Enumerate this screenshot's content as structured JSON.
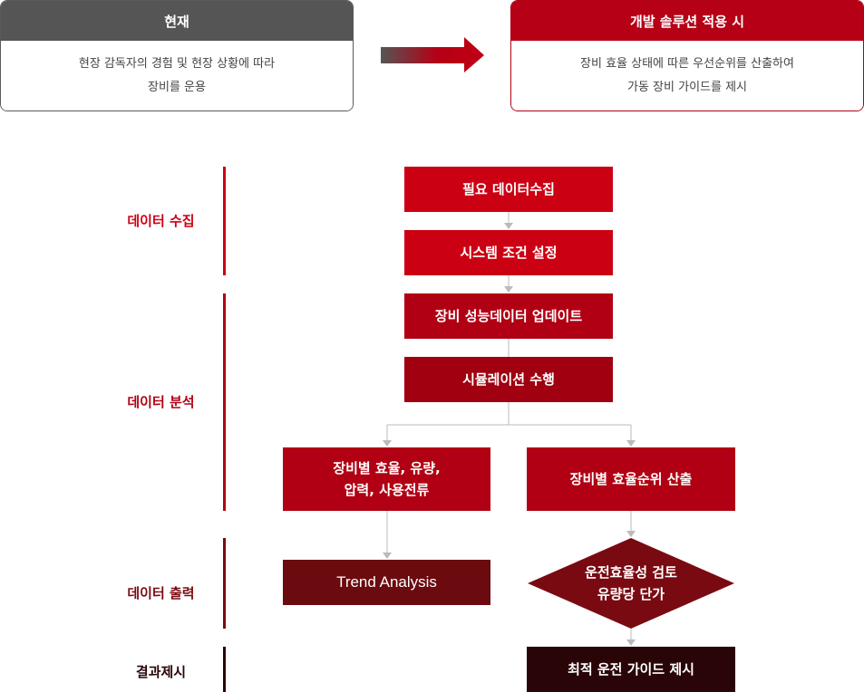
{
  "comparison": {
    "current": {
      "title": "현재",
      "lines": [
        "현장 감독자의 경험 및 현장 상황에 따라",
        "장비를 운용"
      ]
    },
    "solution": {
      "title": "개발 솔루션 적용 시",
      "lines": [
        "장비 효율 상태에 따른 우선순위를 산출하여",
        "가동 장비 가이드를 제시"
      ]
    }
  },
  "stages": {
    "collect": "데이터 수집",
    "analyze": "데이터 분석",
    "output": "데이터 출력",
    "result": "결과제시"
  },
  "steps": {
    "collect_data": "필요 데이터수집",
    "system_setup": "시스템 조건 설정",
    "update_perf": "장비 성능데이터 업데이트",
    "simulation": "시뮬레이션 수행",
    "efficiency_left": [
      "장비별 효율, 유량,",
      "압력, 사용전류"
    ],
    "efficiency_rank": "장비별 효율순위 산출",
    "trend": "Trend Analysis",
    "review": [
      "운전효율성 검토",
      "유량당 단가"
    ],
    "guide": "최적 운전 가이드 제시"
  },
  "colors": {
    "gray_head": "#555555",
    "red_head": "#b50015",
    "box_red": "#cc0013",
    "box_mid": "#b10013",
    "box_dark": "#a00010",
    "box_maroon": "#6b0a0f",
    "box_black": "#2a0507",
    "stage_collect": "#cc0013",
    "stage_analyze": "#b10013",
    "stage_output": "#7a0a12",
    "stage_result": "#2a0507"
  }
}
